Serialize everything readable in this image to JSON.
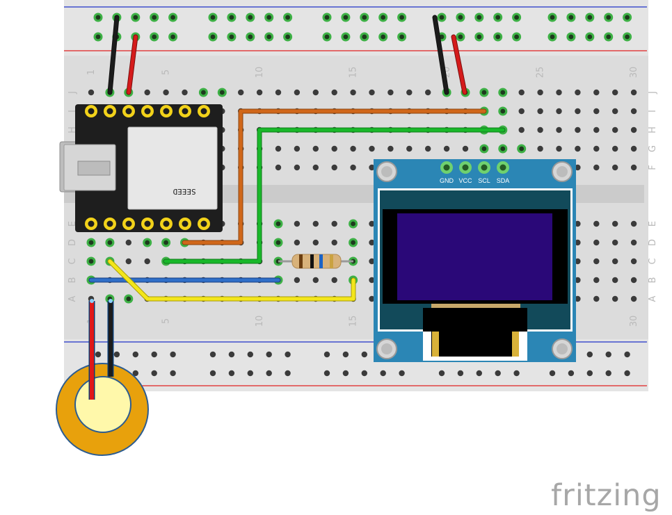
{
  "breadboard": {
    "column_numbers": [
      "1",
      "5",
      "10",
      "15",
      "20",
      "25",
      "30"
    ],
    "row_labels_top": [
      "J",
      "I",
      "H",
      "G",
      "F"
    ],
    "row_labels_bottom": [
      "E",
      "D",
      "C",
      "B",
      "A"
    ]
  },
  "microcontroller": {
    "silkscreen": "SEEED"
  },
  "oled": {
    "pin_labels": [
      "GND",
      "VCC",
      "SCL",
      "SDA"
    ]
  },
  "watermark": {
    "text": "fritzing"
  },
  "colors": {
    "board": "#dcdcdc",
    "hole": "#3b3b3b",
    "hole_lit": "#21a82a",
    "rail_red": "#e02020",
    "rail_blue": "#1e32c8",
    "wire_black": "#1c1c1c",
    "wire_red": "#d51b1b",
    "wire_orange": "#d0671a",
    "wire_green": "#19b82a",
    "wire_blue": "#2f6fc8",
    "wire_yellow": "#f3e61b",
    "oled_pcb": "#2b86b5",
    "oled_screen": "#2a0878",
    "mcu_pcb": "#1e1e1e",
    "piezo_ring": "#e8a10c",
    "piezo_center": "#fff8aa"
  }
}
